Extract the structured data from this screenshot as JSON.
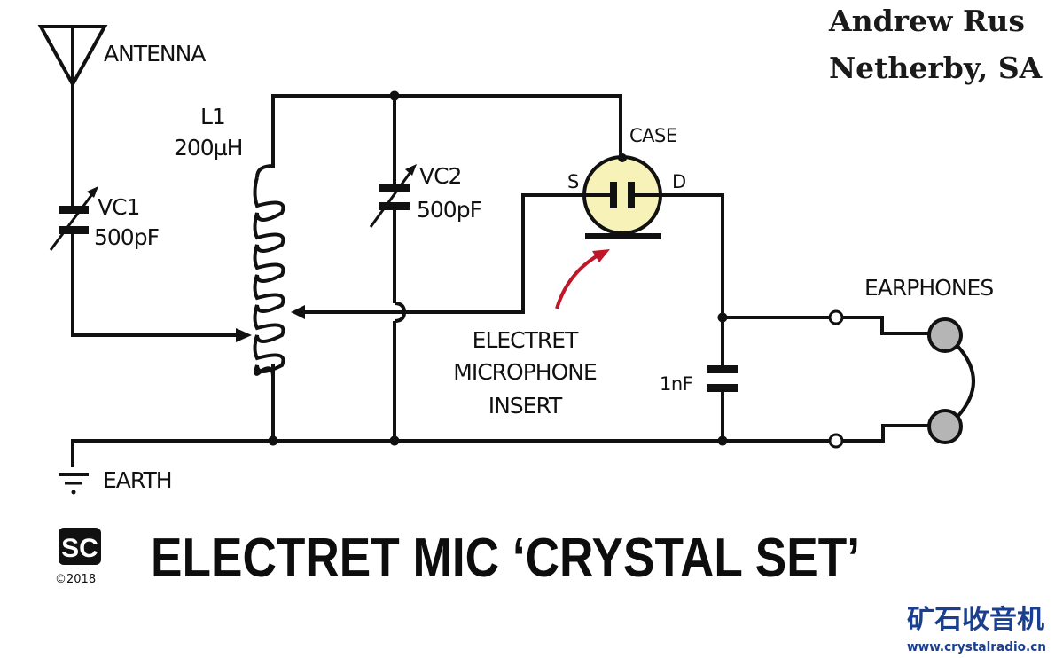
{
  "header": {
    "author_line": "Andrew Rus",
    "location_line": "Netherby, SA"
  },
  "components": {
    "antenna": {
      "label": "ANTENNA",
      "icon": "antenna-icon"
    },
    "vc1": {
      "ref": "VC1",
      "value": "500pF",
      "icon": "variable-capacitor-icon"
    },
    "l1": {
      "ref": "L1",
      "value": "200µH",
      "icon": "tapped-inductor-icon"
    },
    "vc2": {
      "ref": "VC2",
      "value": "500pF",
      "icon": "variable-capacitor-icon"
    },
    "mic": {
      "case_label": "CASE",
      "source_label": "S",
      "drain_label": "D",
      "caption_lines": [
        "ELECTRET",
        "MICROPHONE",
        "INSERT"
      ],
      "body_color": "#f7f2b8",
      "pointer_color": "#c0162a",
      "icon": "electret-mic-icon"
    },
    "c_bypass": {
      "value": "1nF",
      "icon": "fixed-capacitor-icon"
    },
    "earphones": {
      "label": "EARPHONES",
      "color": "#b5b5b5",
      "icon": "earphones-icon"
    },
    "earth": {
      "label": "EARTH",
      "icon": "ground-icon"
    }
  },
  "footer": {
    "logo_text": "SC",
    "copyright": "©2018",
    "title": "ELECTRET MIC ‘CRYSTAL SET’"
  },
  "watermark": {
    "chinese": "矿石收音机",
    "url": "www.crystalradio.cn",
    "color": "#1b3f8f"
  }
}
